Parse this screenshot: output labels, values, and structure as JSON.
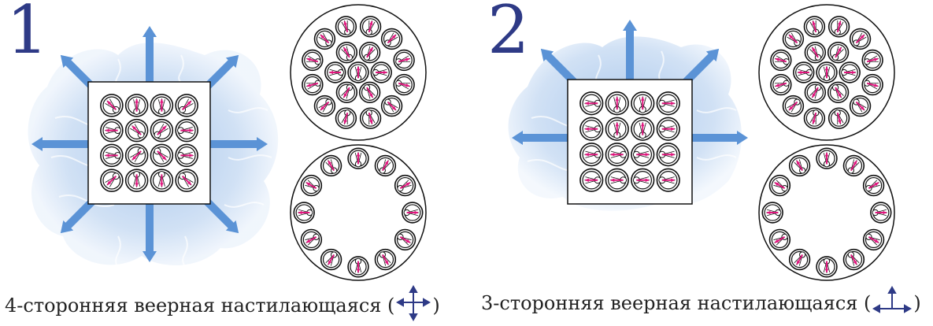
{
  "panels": [
    {
      "number": "1",
      "caption_prefix": "4-сторонняя веерная настилающаяся (",
      "caption_suffix": ")",
      "legend_icon": "four-way-arrows-icon",
      "square_grid": {
        "rows": 4,
        "cols": 4
      },
      "circle_upper_pattern": "dense-19",
      "circle_lower_pattern": "ring-12"
    },
    {
      "number": "2",
      "caption_prefix": "3-сторонняя веерная настилающаяся (",
      "caption_suffix": ")",
      "legend_icon": "three-way-arrows-icon",
      "square_grid": {
        "rows": 4,
        "cols": 4
      },
      "circle_upper_pattern": "dense-19",
      "circle_lower_pattern": "ring-12"
    }
  ],
  "colors": {
    "number": "#2e3a86",
    "flow_arrow": "#5b93d6",
    "flow_cloud": "#c9dcf3",
    "diffuser_arrow": "#e0177e",
    "outline": "#111111",
    "legend_arrow": "#2e3a86"
  }
}
